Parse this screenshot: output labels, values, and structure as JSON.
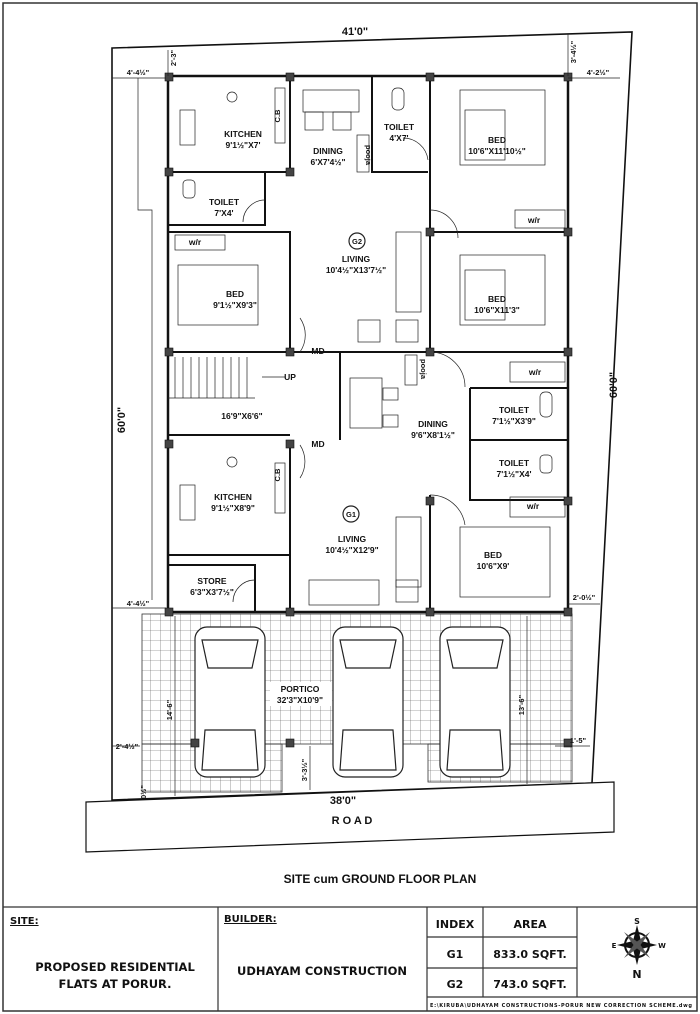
{
  "plan": {
    "title": "SITE cum GROUND FLOOR PLAN",
    "road_label": "R O A D",
    "dimensions": {
      "top_width": "41'0\"",
      "bottom_width": "38'0\"",
      "left_depth": "60'0\"",
      "right_depth": "60'0\"",
      "left_setback_top": "4'-4½\"",
      "top_setback_left": "2'-3\"",
      "top_setback_right": "3'-4½\"",
      "right_setback_top": "4'-2½\"",
      "left_setback_bottom": "4'-4½\"",
      "right_setback_bottom": "2'-0½\"",
      "portico_depth_left": "14'-6\"",
      "portico_depth_right": "13'-6\"",
      "portico_side_left": "2'-4½\"",
      "portico_side_right": "1'-5\"",
      "portico_front": "3'-3½\"",
      "corner_gap": "0½\""
    },
    "units": {
      "g2": {
        "tag": "G2",
        "kitchen": {
          "name": "KITCHEN",
          "size": "9'1½\"X7'"
        },
        "cb": "C.B",
        "dining": {
          "name": "DINING",
          "size": "6'X7'4½\""
        },
        "pooja": "pooja",
        "toilet_a": {
          "name": "TOILET",
          "size": "4'X7'"
        },
        "toilet_b": {
          "name": "TOILET",
          "size": "7'X4'"
        },
        "bed_a": {
          "name": "BED",
          "size": "10'6\"X11'10½\""
        },
        "bed_b": {
          "name": "BED",
          "size": "10'6\"X11'3\""
        },
        "bed_c": {
          "name": "BED",
          "size": "9'1½\"X9'3\""
        },
        "wr_a": "w/r",
        "wr_b": "w/r",
        "living": {
          "name": "LIVING",
          "size": "10'4½\"X13'7½\""
        },
        "md": "MD"
      },
      "g1": {
        "tag": "G1",
        "kitchen": {
          "name": "KITCHEN",
          "size": "9'1½\"X8'9\""
        },
        "cb": "C.B",
        "dining": {
          "name": "DINING",
          "size": "9'6\"X8'1½\""
        },
        "pooja": "pooja",
        "toilet_a": {
          "name": "TOILET",
          "size": "7'1½\"X3'9\""
        },
        "toilet_b": {
          "name": "TOILET",
          "size": "7'1½\"X4'"
        },
        "bed": {
          "name": "BED",
          "size": "10'6\"X9'"
        },
        "wr_a": "w/r",
        "wr_b": "w/r",
        "living": {
          "name": "LIVING",
          "size": "10'4½\"X12'9\""
        },
        "store": {
          "name": "STORE",
          "size": "6'3\"X3'7½\""
        },
        "md": "MD"
      }
    },
    "staircase": {
      "up": "UP",
      "size": "16'9\"X6'6\""
    },
    "portico": {
      "name": "PORTICO",
      "size": "32'3\"X10'9\""
    }
  },
  "title_block": {
    "site_label": "SITE:",
    "site_line1": "PROPOSED RESIDENTIAL",
    "site_line2": "FLATS AT PORUR.",
    "builder_label": "BUILDER:",
    "builder_name": "UDHAYAM CONSTRUCTION",
    "index_header": "INDEX",
    "area_header": "AREA",
    "rows": [
      {
        "index": "G1",
        "area": "833.0 SQFT."
      },
      {
        "index": "G2",
        "area": "743.0 SQFT."
      }
    ],
    "file_path": "E:\\KIRUBA\\UDHAYAM CONSTRUCTIONS-PORUR NEW CORRECTION SCHEME.dwg",
    "compass": {
      "n": "N",
      "s": "S",
      "e": "E",
      "w": "W"
    }
  }
}
